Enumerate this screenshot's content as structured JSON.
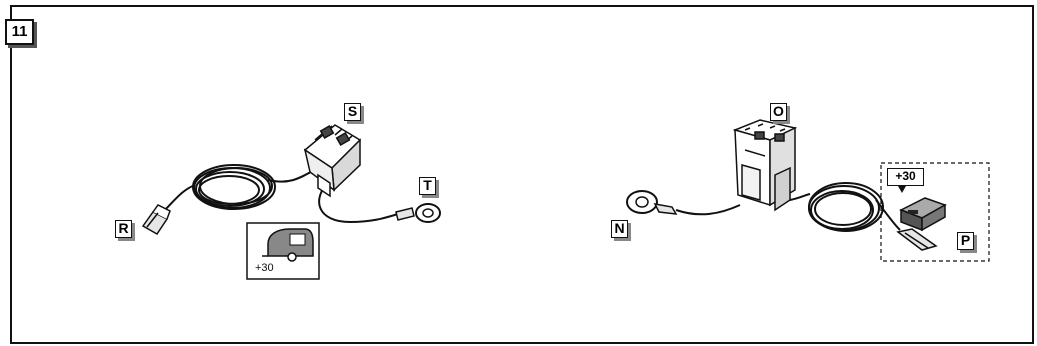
{
  "step_number": "11",
  "callouts": {
    "r": "R",
    "s": "S",
    "t": "T",
    "o": "O",
    "n": "N",
    "p": "P"
  },
  "caravan_box": {
    "label": "+30",
    "icon": "caravan-icon"
  },
  "relay_box": {
    "label": "+30",
    "icon": "relay-module-icon"
  },
  "colors": {
    "line": "#111111",
    "callout_shadow": "#888888",
    "fill_light": "#e6e6e6",
    "fill_dark": "#555555"
  }
}
